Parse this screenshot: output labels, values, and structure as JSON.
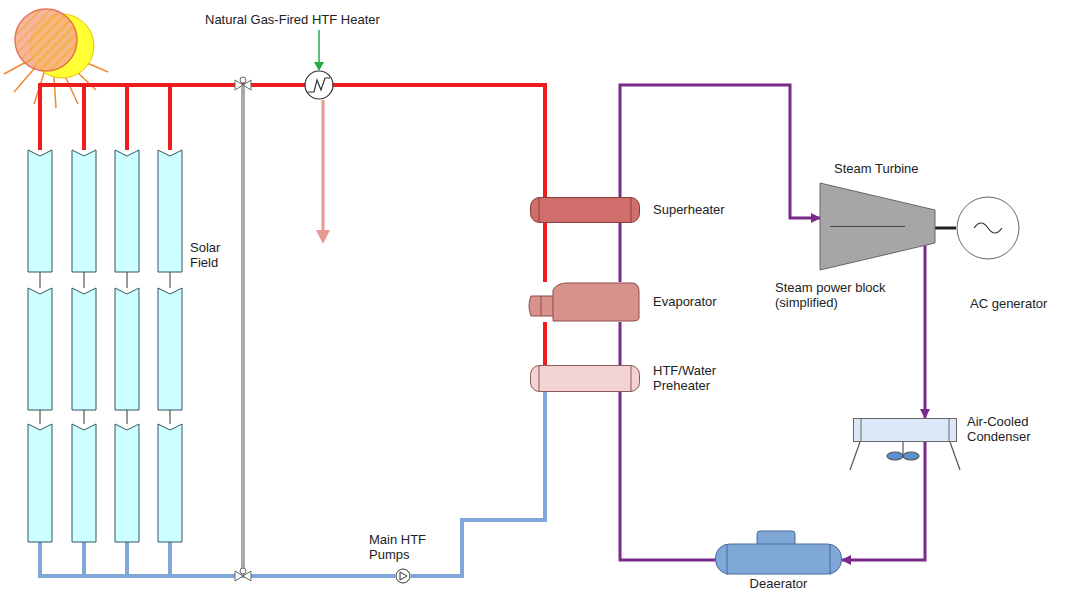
{
  "diagram": {
    "nodes": [
      {
        "text": [
          "Solar Field"
        ]
      },
      {
        "text": [
          "Superheater"
        ]
      },
      {
        "text": [
          "Evaporator"
        ]
      },
      {
        "text": [
          "HTF/Water Preheater"
        ]
      },
      {
        "text": [
          "Steam Turbine"
        ]
      },
      {
        "text": [
          "AC generator"
        ]
      },
      {
        "text": [
          "Air-Cooled Condenser"
        ]
      },
      {
        "text": [
          "Deaerator"
        ]
      },
      {
        "text": [
          "Main HTF Pumps"
        ]
      }
    ],
    "edges": [
      {
        "from": 0,
        "to": 1,
        "arrow": "none"
      },
      {
        "from": 1,
        "to": 2,
        "arrow": "none"
      },
      {
        "from": 2,
        "to": 3,
        "arrow": "none"
      },
      {
        "from": 3,
        "to": 8,
        "arrow": "none"
      },
      {
        "from": 8,
        "to": 0,
        "arrow": "none"
      },
      {
        "from": 7,
        "to": 3,
        "arrow": "none"
      },
      {
        "from": 3,
        "to": 2,
        "arrow": "none"
      },
      {
        "from": 2,
        "to": 1,
        "arrow": "none"
      },
      {
        "from": 1,
        "to": 4,
        "arrow": "to"
      },
      {
        "from": 4,
        "to": 5,
        "arrow": "none"
      },
      {
        "from": 4,
        "to": 6,
        "arrow": "to"
      },
      {
        "from": 6,
        "to": 7,
        "arrow": "to"
      }
    ],
    "labels": [
      "Natural Gas-Fired HTF Heater",
      "Steam power block (simplified)"
    ]
  }
}
